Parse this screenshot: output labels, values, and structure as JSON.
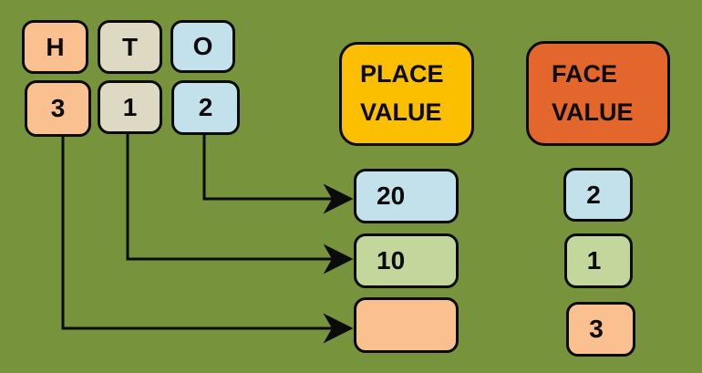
{
  "diagram": {
    "background_color": "#77933C",
    "arrow_color": "#0b0b0b",
    "digit_columns": [
      {
        "letter": "H",
        "digit": "3",
        "fill": "#FAC090"
      },
      {
        "letter": "T",
        "digit": "1",
        "fill": "#DDD9C3"
      },
      {
        "letter": "O",
        "digit": "2",
        "fill": "#C2E1EB"
      }
    ],
    "place_value": {
      "header": "PLACE VALUE",
      "header_fill": "#FCBF00",
      "rows": [
        {
          "value": "20",
          "fill": "#C2E1EB"
        },
        {
          "value": "10",
          "fill": "#C3D69B"
        },
        {
          "value": "",
          "fill": "#FAC090"
        }
      ]
    },
    "face_value": {
      "header": "FACE VALUE",
      "header_fill": "#E3662D",
      "rows": [
        {
          "value": "2",
          "fill": "#C2E1EB"
        },
        {
          "value": "1",
          "fill": "#C3D69B"
        },
        {
          "value": "3",
          "fill": "#FAC090"
        }
      ]
    }
  }
}
